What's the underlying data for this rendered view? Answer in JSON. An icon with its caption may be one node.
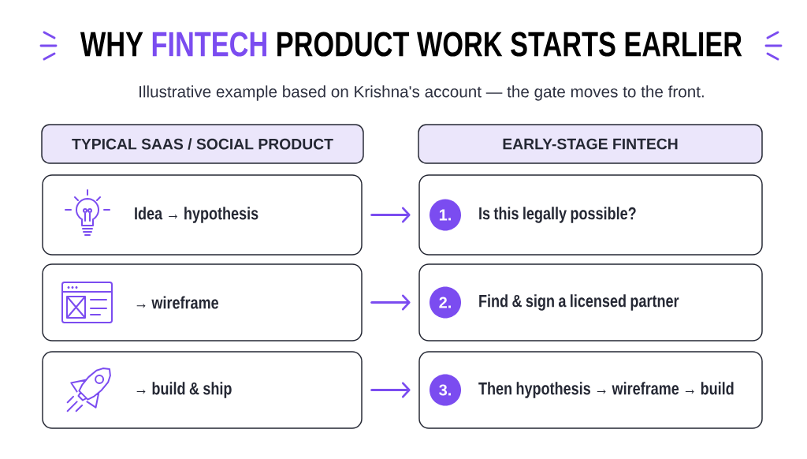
{
  "diagram": {
    "title": "WHY **FINTECH** PRODUCT WORK STARTS EARLIER",
    "caption": "Illustrative example based on Krishna's account — the gate moves to the front.",
    "nodes": [
      {
        "text": [
          "TYPICAL SAAS / SOCIAL PRODUCT"
        ]
      },
      {
        "text": [
          "EARLY-STAGE FINTECH"
        ]
      },
      {
        "text": [
          "Idea → hypothesis"
        ]
      },
      {
        "text": [
          "Is this legally possible?"
        ]
      },
      {
        "text": [
          "1."
        ],
        "in": 3
      },
      {
        "text": [
          "→ wireframe"
        ]
      },
      {
        "text": [
          "Find & sign a licensed partner"
        ]
      },
      {
        "text": [
          "2."
        ],
        "in": 6
      },
      {
        "text": [
          "→ build & ship"
        ]
      },
      {
        "text": [
          "Then hypothesis → wireframe → build"
        ]
      },
      {
        "text": [
          "3."
        ],
        "in": 9
      }
    ],
    "edges": [
      {
        "from": 2,
        "to": 3,
        "arrow": "to"
      },
      {
        "from": 5,
        "to": 6,
        "arrow": "to"
      },
      {
        "from": 8,
        "to": 9,
        "arrow": "to"
      }
    ]
  }
}
